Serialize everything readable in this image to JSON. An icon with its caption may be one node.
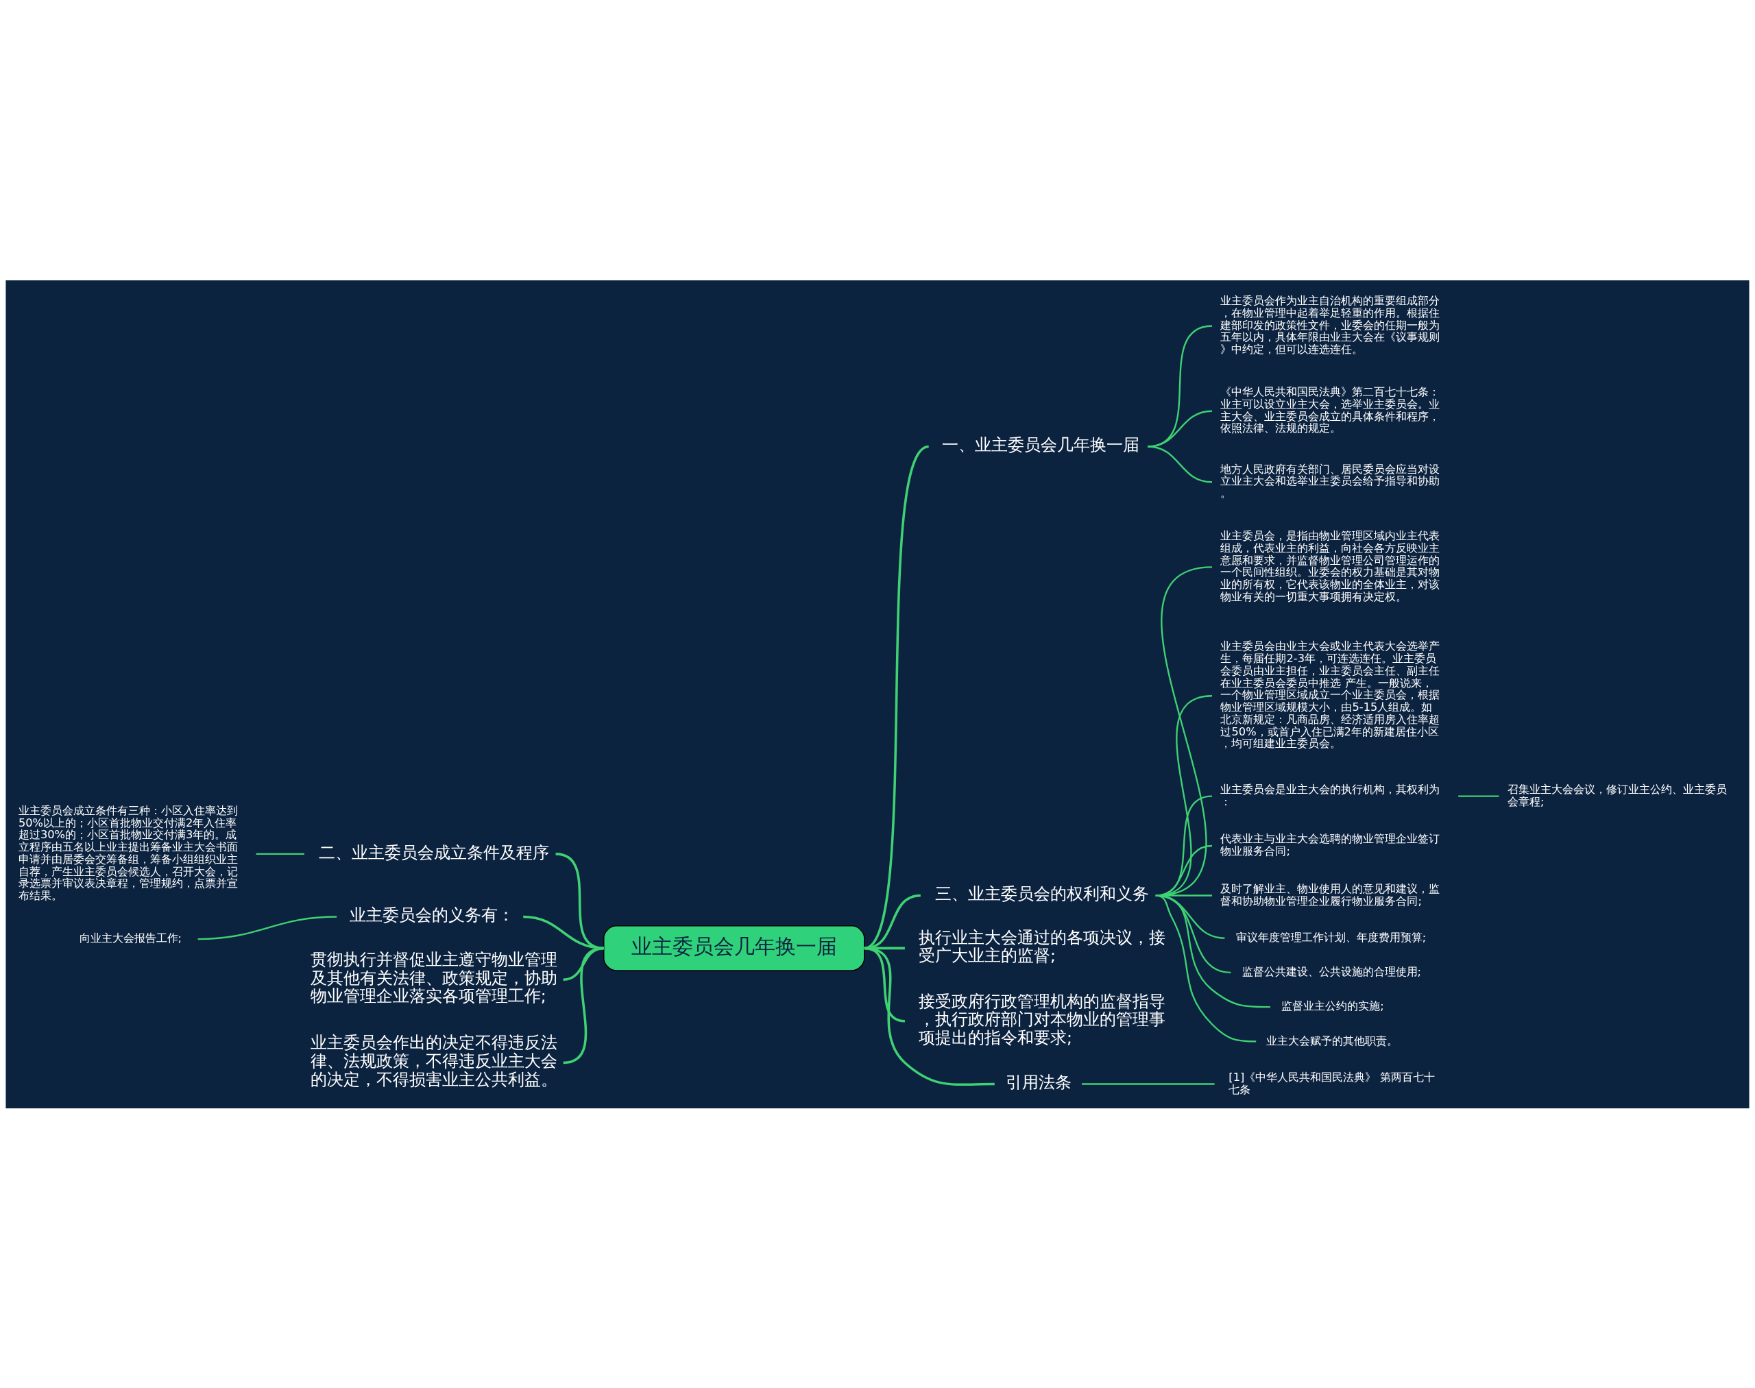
{
  "diagram": {
    "nodes": [
      {
        "text": [
          "业主委员会几年换一届"
        ]
      },
      {
        "text": [
          "一、业主委员会几年换一届"
        ]
      },
      {
        "text": [
          "业主委员会作为业主自治机构的重要组成部分，在物业管理中起着举足轻重的作用。根据住建部印发的政策性文件，业委会的任期一般为五年以内，具体年限由业主大会在《议事规则》中约定，但可以连选连任。"
        ]
      },
      {
        "text": [
          "《中华人民共和国民法典》第二百七十七条：业主可以设立业主大会，选举业主委员会。业主大会、业主委员会成立的具体条件和程序，依照法律、法规的规定。"
        ]
      },
      {
        "text": [
          "地方人民政府有关部门、居民委员会应当对设立业主大会和选举业主委员会给予指导和协助。"
        ]
      },
      {
        "text": [
          "二、业主委员会成立条件及程序"
        ]
      },
      {
        "text": [
          "业主委员会成立条件有三种：小区入住率达到50%以上的；小区首批物业交付满2年入住率超过30%的；小区首批物业交付满3年的。成立程序由五名以上业主提出筹备业主大会书面申请并由居委会交筹备组，筹备小组组织业主自荐，产生业主委员会候选人，召开大会，记录选票并审议表决章程，管理规约，点票并宣布结果。"
        ]
      },
      {
        "text": [
          "业主委员会的义务有："
        ]
      },
      {
        "text": [
          "向业主大会报告工作;"
        ]
      },
      {
        "text": [
          "贯彻执行并督促业主遵守物业管理及其他有关法律、政策规定，协助物业管理企业落实各项管理工作;"
        ]
      },
      {
        "text": [
          "业主委员会作出的决定不得违反法律、法规政策，不得违反业主大会的决定，不得损害业主公共利益。"
        ]
      },
      {
        "text": [
          "三、业主委员会的权利和义务"
        ]
      },
      {
        "text": [
          "业主委员会，是指由物业管理区域内业主代表组成，代表业主的利益，向社会各方反映业主意愿和要求，并监督物业管理公司管理运作的一个民间性组织。业委会的权力基础是其对物业的所有权，它代表该物业的全体业主，对该物业有关的一切重大事项拥有决定权。"
        ]
      },
      {
        "text": [
          "业主委员会由业主大会或业主代表大会选举产生，每届任期2-3年，可连选连任。业主委员会委员由业主担任，业主委员会主任、副主任在业主委员会委员中推选 产生。一般说来，一个物业管理区域成立一个业主委员会，根据物业管理区域规模大小，由5-15人组成。如北京新规定：凡商品房、经济适用房入住率超过50%，或首户入住已满2年的新建居住小区，均可组建业主委员会。"
        ]
      },
      {
        "text": [
          "业主委员会是业主大会的执行机构，其权利为："
        ]
      },
      {
        "text": [
          "召集业主大会会议，修订业主公约、业主委员会章程;"
        ]
      },
      {
        "text": [
          "代表业主与业主大会选聘的物业管理企业签订物业服务合同;"
        ]
      },
      {
        "text": [
          "及时了解业主、物业使用人的意见和建议，监督和协助物业管理企业履行物业服务合同;"
        ]
      },
      {
        "text": [
          "审议年度管理工作计划、年度费用预算;"
        ]
      },
      {
        "text": [
          "监督公共建设、公共设施的合理使用;"
        ]
      },
      {
        "text": [
          "监督业主公约的实施;"
        ]
      },
      {
        "text": [
          "业主大会赋予的其他职责。"
        ]
      },
      {
        "text": [
          "执行业主大会通过的各项决议，接受广大业主的监督;"
        ]
      },
      {
        "text": [
          "接受政府行政管理机构的监督指导，执行政府部门对本物业的管理事项提出的指令和要求;"
        ]
      },
      {
        "text": [
          "引用法条"
        ]
      },
      {
        "text": [
          "[1]《中华人民共和国民法典》 第两百七十七条"
        ]
      }
    ],
    "edges": [
      {
        "from": 0,
        "to": 1,
        "arrow": "none"
      },
      {
        "from": 1,
        "to": 2,
        "arrow": "none"
      },
      {
        "from": 1,
        "to": 3,
        "arrow": "none"
      },
      {
        "from": 1,
        "to": 4,
        "arrow": "none"
      },
      {
        "from": 0,
        "to": 5,
        "arrow": "none"
      },
      {
        "from": 5,
        "to": 6,
        "arrow": "none"
      },
      {
        "from": 0,
        "to": 7,
        "arrow": "none"
      },
      {
        "from": 7,
        "to": 8,
        "arrow": "none"
      },
      {
        "from": 0,
        "to": 9,
        "arrow": "none"
      },
      {
        "from": 0,
        "to": 10,
        "arrow": "none"
      },
      {
        "from": 0,
        "to": 11,
        "arrow": "none"
      },
      {
        "from": 11,
        "to": 12,
        "arrow": "none"
      },
      {
        "from": 11,
        "to": 13,
        "arrow": "none"
      },
      {
        "from": 11,
        "to": 14,
        "arrow": "none"
      },
      {
        "from": 14,
        "to": 15,
        "arrow": "none"
      },
      {
        "from": 11,
        "to": 16,
        "arrow": "none"
      },
      {
        "from": 11,
        "to": 17,
        "arrow": "none"
      },
      {
        "from": 11,
        "to": 18,
        "arrow": "none"
      },
      {
        "from": 11,
        "to": 19,
        "arrow": "none"
      },
      {
        "from": 11,
        "to": 20,
        "arrow": "none"
      },
      {
        "from": 11,
        "to": 21,
        "arrow": "none"
      },
      {
        "from": 0,
        "to": 22,
        "arrow": "none"
      },
      {
        "from": 0,
        "to": 23,
        "arrow": "none"
      },
      {
        "from": 0,
        "to": 24,
        "arrow": "none"
      },
      {
        "from": 24,
        "to": 25,
        "arrow": "none"
      }
    ]
  }
}
